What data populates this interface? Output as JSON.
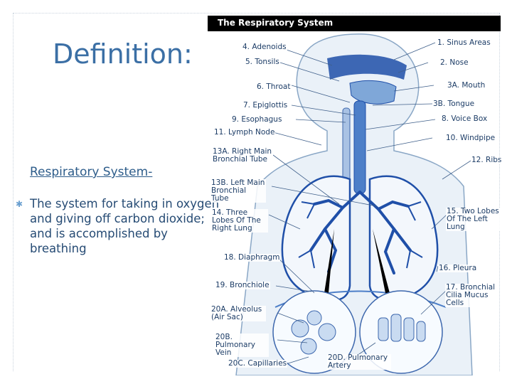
{
  "slide": {
    "title": "Definition:",
    "subtitle": "Respiratory System-",
    "bullet": "The system for taking in oxygen and giving off carbon dioxide; and is accomplished by breathing",
    "bullet_icon": "asterisk-bullet-icon"
  },
  "figure": {
    "header": "The Respiratory System",
    "labels": {
      "l1": "1. Sinus Areas",
      "l2": "2. Nose",
      "l3a": "3A. Mouth",
      "l3b": "3B. Tongue",
      "l4": "4. Adenoids",
      "l5": "5. Tonsils",
      "l6": "6. Throat",
      "l7": "7. Epiglottis",
      "l8": "8. Voice Box",
      "l9": "9. Esophagus",
      "l10": "10. Windpipe",
      "l11": "11. Lymph Node",
      "l12": "12. Ribs",
      "l13a": "13A. Right Main Bronchial Tube",
      "l13b": "13B. Left Main Bronchial Tube",
      "l14": "14. Three Lobes Of The Right Lung",
      "l15": "15. Two Lobes Of The Left Lung",
      "l16": "16. Pleura",
      "l17": "17. Bronchial Cilia Mucus Cells",
      "l18": "18. Diaphragm",
      "l19": "19. Bronchiole",
      "l20a": "20A. Alveolus (Air Sac)",
      "l20b": "20B. Pulmonary Vein",
      "l20c": "20C. Capillaries",
      "l20d": "20D. Pulmonary Artery"
    }
  },
  "colors": {
    "title": "#3b6fa5",
    "text": "#264b74",
    "label": "#1c3c66",
    "lung_blue": "#1f4fa8",
    "header_bg": "#000000"
  }
}
